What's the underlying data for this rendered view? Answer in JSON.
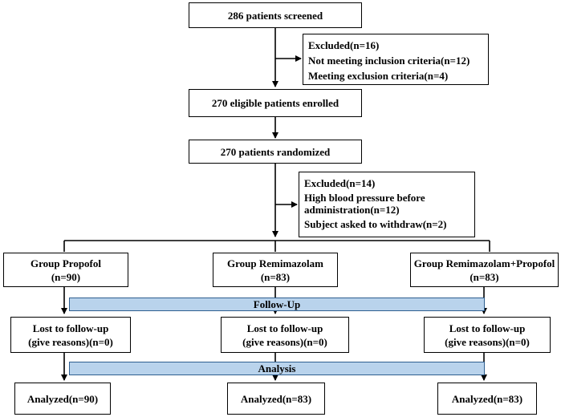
{
  "screened": "286 patients screened",
  "excluded1": {
    "title": "Excluded(n=16)",
    "line1": "Not meeting inclusion criteria(n=12)",
    "line2": "Meeting exclusion criteria(n=4)"
  },
  "enrolled": "270 eligible patients enrolled",
  "randomized": "270 patients randomized",
  "excluded2": {
    "title": "Excluded(n=14)",
    "line1a": "High blood pressure before",
    "line1b": "administration(n=12)",
    "line2": "Subject asked to withdraw(n=2)"
  },
  "groups": [
    {
      "name": "Group Propofol",
      "n": "(n=90)",
      "lost1": "Lost to follow-up",
      "lost2": "(give reasons)(n=0)",
      "analyzed": "Analyzed(n=90)"
    },
    {
      "name": "Group Remimazolam",
      "n": "(n=83)",
      "lost1": "Lost to follow-up",
      "lost2": "(give reasons)(n=0)",
      "analyzed": "Analyzed(n=83)"
    },
    {
      "name": "Group Remimazolam+Propofol",
      "n": "(n=83)",
      "lost1": "Lost to follow-up",
      "lost2": "(give reasons)(n=0)",
      "analyzed": "Analyzed(n=83)"
    }
  ],
  "followup_label": "Follow-Up",
  "analysis_label": "Analysis",
  "colors": {
    "band_fill": "#b9d3ec",
    "band_border": "#2f5f8f",
    "line": "#000000"
  }
}
